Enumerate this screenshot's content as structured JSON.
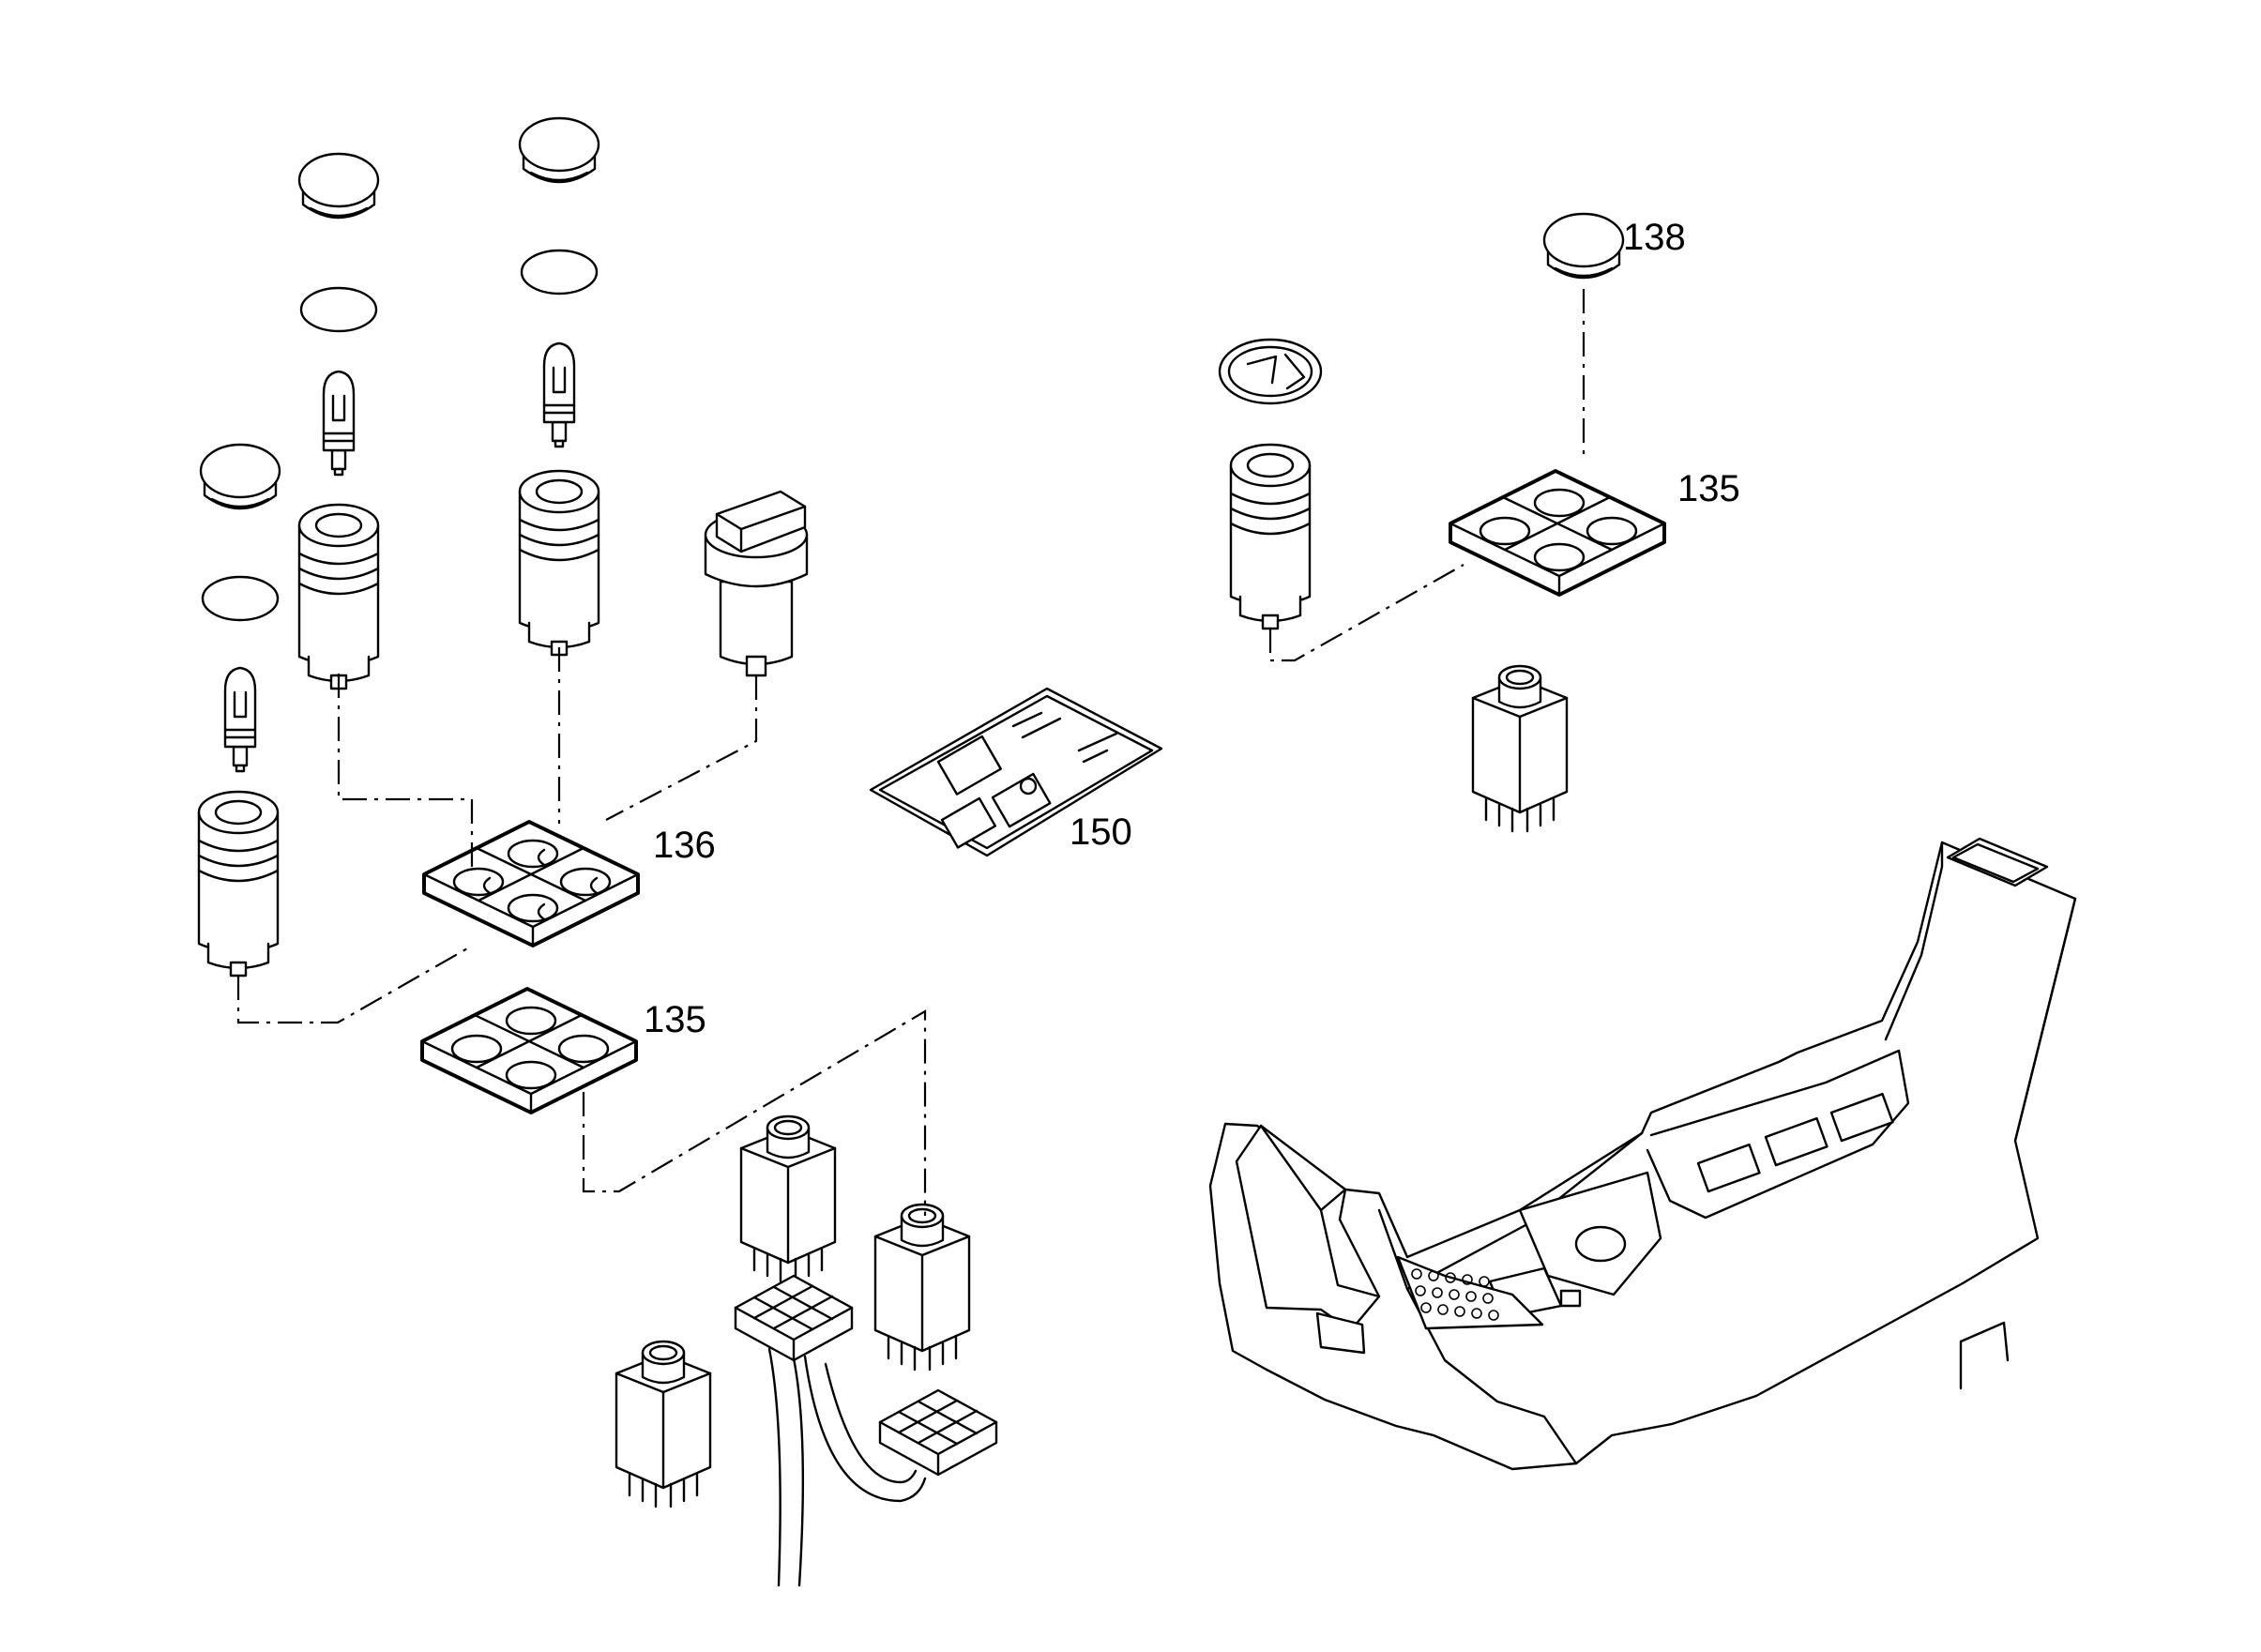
{
  "diagram": {
    "callouts": {
      "c138": "138",
      "c135_right": "135",
      "c136": "136",
      "c150": "150",
      "c135_left": "135"
    },
    "components": [
      "cap-icon",
      "lens-icon",
      "bulb-icon",
      "lamp-socket-icon",
      "rotary-switch-icon",
      "switch-plate-icon",
      "label-plate-icon",
      "relay-icon",
      "connector-icon",
      "wire-harness-icon",
      "center-console-icon",
      "bulb-holder-icon"
    ]
  }
}
